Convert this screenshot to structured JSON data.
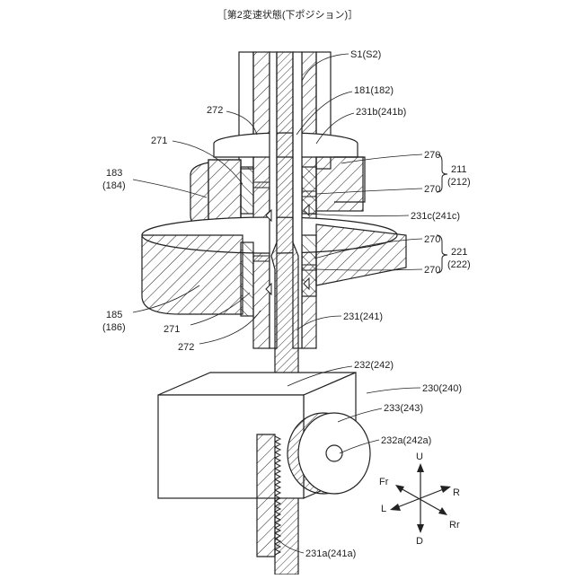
{
  "figure": {
    "title": "［第2変速状態(下ポジション)］"
  },
  "labels": {
    "s1": "S1(S2)",
    "l181": "181(182)",
    "l231b": "231b(241b)",
    "l272_top": "272",
    "l271_top": "271",
    "l183": "183",
    "l184": "(184)",
    "l270_a": "270",
    "l270_b": "270",
    "l211": "211",
    "l212": "(212)",
    "l231c": "231c(241c)",
    "l270_c": "270",
    "l270_d": "270",
    "l221": "221",
    "l222": "(222)",
    "l185": "185",
    "l186": "(186)",
    "l271_bot": "271",
    "l272_bot": "272",
    "l231": "231(241)",
    "l232": "232(242)",
    "l230": "230(240)",
    "l233": "233(243)",
    "l232a": "232a(242a)",
    "l231a": "231a(241a)"
  },
  "directions": {
    "up": "U",
    "down": "D",
    "front": "Fr",
    "rear": "Rr",
    "left": "L",
    "right": "R"
  }
}
